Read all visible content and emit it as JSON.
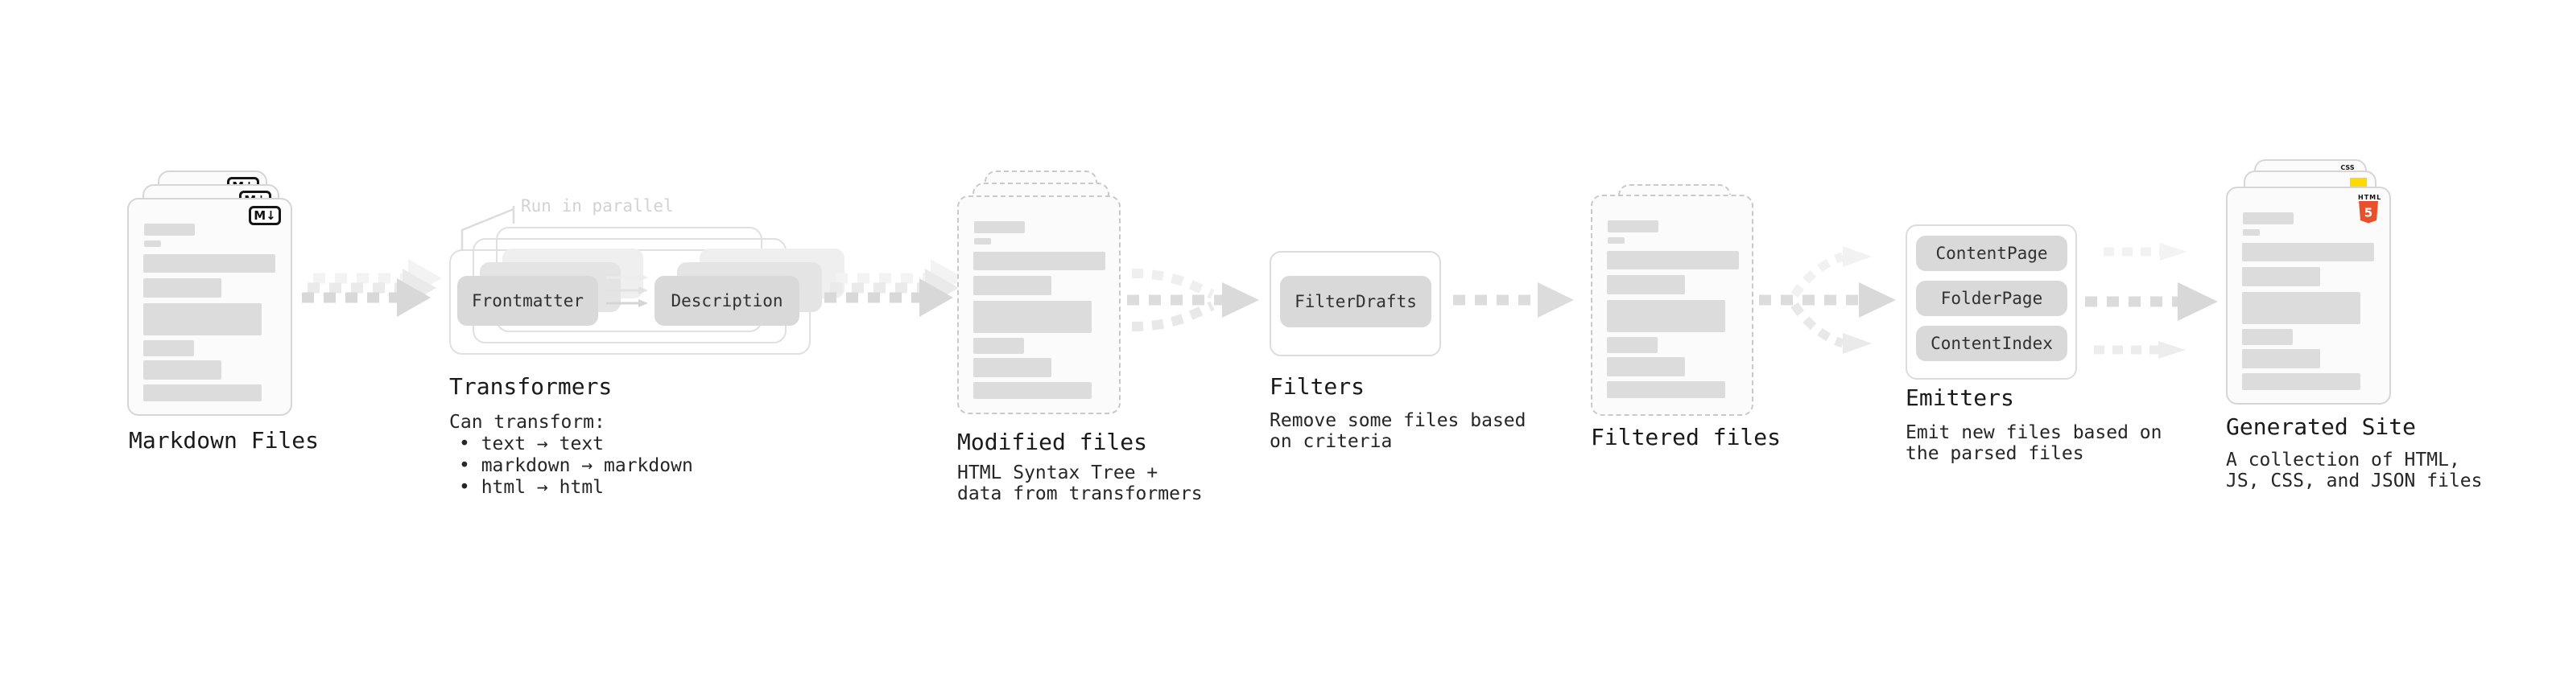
{
  "colors": {
    "html5_orange": "#e8512c",
    "css_blue": "#2d6fe3",
    "js_yellow": "#ffd900",
    "chip_gray": "#d9d9d9",
    "muted_note": "#d2d2d2"
  },
  "stages": {
    "markdown": {
      "title": "Markdown Files",
      "badge": "M↓"
    },
    "transformers": {
      "title": "Transformers",
      "note": "Run in parallel",
      "chip_input": "Frontmatter",
      "chip_output": "Description",
      "desc_heading": "Can transform:",
      "bullets": [
        "• text → text",
        "• markdown → markdown",
        "• html → html"
      ]
    },
    "modified": {
      "title": "Modified files",
      "desc": [
        "HTML Syntax Tree +",
        "data from transformers"
      ]
    },
    "filters": {
      "title": "Filters",
      "chip": "FilterDrafts",
      "desc": [
        "Remove some files based",
        "on criteria"
      ]
    },
    "filtered": {
      "title": "Filtered files"
    },
    "emitters": {
      "title": "Emitters",
      "chips": [
        "ContentPage",
        "FolderPage",
        "ContentIndex"
      ],
      "desc": [
        "Emit new files based on",
        "the parsed files"
      ]
    },
    "generated": {
      "title": "Generated Site",
      "badge_css": "CSS",
      "badge_html_label": "HTML",
      "badge_html_number": "5",
      "desc": [
        "A collection of HTML,",
        "JS, CSS, and JSON files"
      ]
    }
  }
}
